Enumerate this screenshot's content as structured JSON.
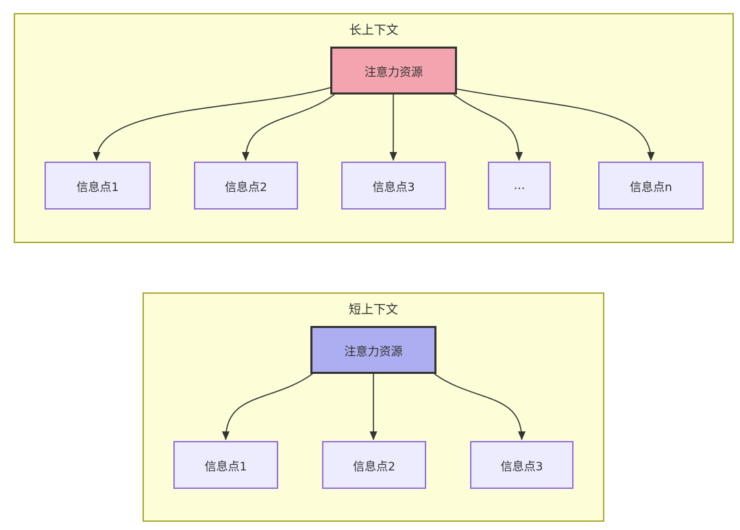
{
  "diagram": {
    "type": "attention-allocation-comparison",
    "sections": [
      {
        "title": "长上下文",
        "root": {
          "label": "注意力资源",
          "fill": "#f4a4af",
          "border": "#333333"
        },
        "children": [
          {
            "label": "信息点1"
          },
          {
            "label": "信息点2"
          },
          {
            "label": "信息点3"
          },
          {
            "label": "..."
          },
          {
            "label": "信息点n"
          }
        ]
      },
      {
        "title": "短上下文",
        "root": {
          "label": "注意力资源",
          "fill": "#adadf1",
          "border": "#333333"
        },
        "children": [
          {
            "label": "信息点1"
          },
          {
            "label": "信息点2"
          },
          {
            "label": "信息点3"
          }
        ]
      }
    ],
    "colors": {
      "group_fill": "#fdfdd8",
      "group_border": "#aaaa33",
      "info_node_fill": "#ececfe",
      "info_node_border": "#9370db",
      "edge_stroke": "#333333",
      "text": "#333333",
      "page_background": "#ffffff"
    }
  }
}
